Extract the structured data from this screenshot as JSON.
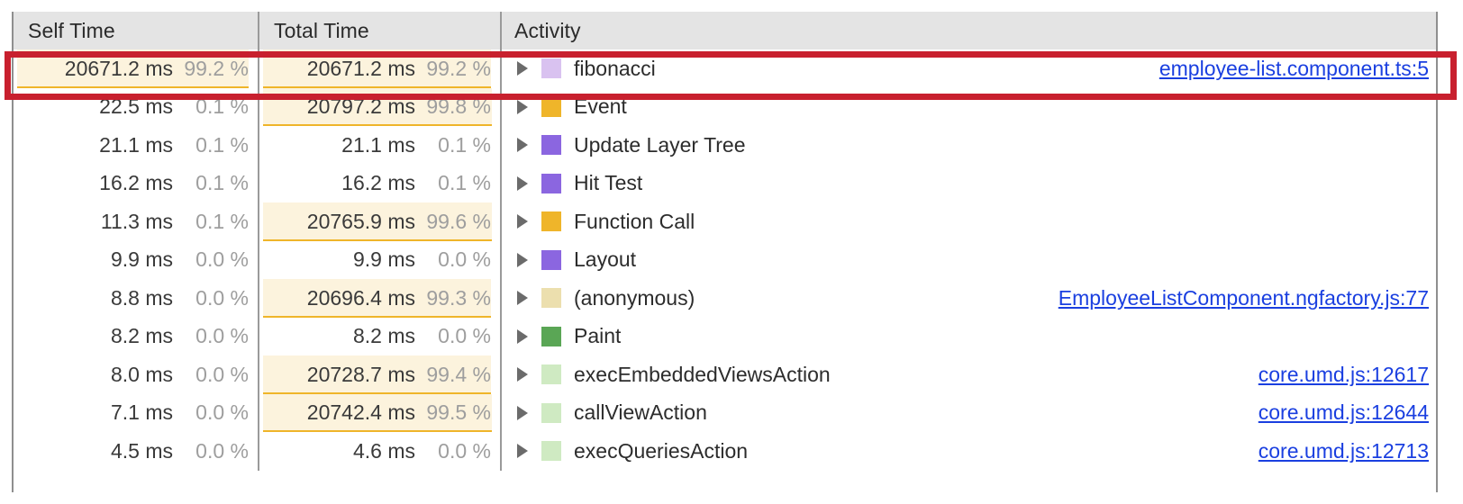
{
  "panel": {
    "name": "bottom-up-call-tree",
    "columns": [
      "Self Time",
      "Total Time",
      "Activity"
    ],
    "link_color": "#1a3fe0",
    "highlight_bg": "#fcf3dd",
    "highlight_border": "#efb52a",
    "annotation_color": "#c8202e"
  },
  "header": {
    "self_time": "Self Time",
    "total_time": "Total Time",
    "activity": "Activity"
  },
  "rows": [
    {
      "self_ms": "20671.2 ms",
      "self_pct": "99.2 %",
      "self_bar_pct": 99.2,
      "self_highlighted": true,
      "total_ms": "20671.2 ms",
      "total_pct": "99.2 %",
      "total_bar_pct": 99.2,
      "total_highlighted": true,
      "activity": "fibonacci",
      "swatch": "#d9c2f0",
      "swatch_name": "scripting-lavender-swatch",
      "source": "employee-list.component.ts:5",
      "selected": true
    },
    {
      "self_ms": "22.5 ms",
      "self_pct": "0.1 %",
      "self_bar_pct": 0.1,
      "self_highlighted": false,
      "total_ms": "20797.2 ms",
      "total_pct": "99.8 %",
      "total_bar_pct": 99.8,
      "total_highlighted": true,
      "activity": "Event",
      "swatch": "#efb52a",
      "swatch_name": "event-amber-swatch",
      "source": "",
      "selected": false
    },
    {
      "self_ms": "21.1 ms",
      "self_pct": "0.1 %",
      "self_bar_pct": 0.1,
      "self_highlighted": false,
      "total_ms": "21.1 ms",
      "total_pct": "0.1 %",
      "total_bar_pct": 0.1,
      "total_highlighted": false,
      "activity": "Update Layer Tree",
      "swatch": "#8b66e0",
      "swatch_name": "rendering-purple-swatch",
      "source": "",
      "selected": false
    },
    {
      "self_ms": "16.2 ms",
      "self_pct": "0.1 %",
      "self_bar_pct": 0.1,
      "self_highlighted": false,
      "total_ms": "16.2 ms",
      "total_pct": "0.1 %",
      "total_bar_pct": 0.1,
      "total_highlighted": false,
      "activity": "Hit Test",
      "swatch": "#8b66e0",
      "swatch_name": "rendering-purple-swatch",
      "source": "",
      "selected": false
    },
    {
      "self_ms": "11.3 ms",
      "self_pct": "0.1 %",
      "self_bar_pct": 0.1,
      "self_highlighted": false,
      "total_ms": "20765.9 ms",
      "total_pct": "99.6 %",
      "total_bar_pct": 99.6,
      "total_highlighted": true,
      "activity": "Function Call",
      "swatch": "#efb52a",
      "swatch_name": "scripting-amber-swatch",
      "source": "",
      "selected": false
    },
    {
      "self_ms": "9.9 ms",
      "self_pct": "0.0 %",
      "self_bar_pct": 0.0,
      "self_highlighted": false,
      "total_ms": "9.9 ms",
      "total_pct": "0.0 %",
      "total_bar_pct": 0.0,
      "total_highlighted": false,
      "activity": "Layout",
      "swatch": "#8b66e0",
      "swatch_name": "rendering-purple-swatch",
      "source": "",
      "selected": false
    },
    {
      "self_ms": "8.8 ms",
      "self_pct": "0.0 %",
      "self_bar_pct": 0.0,
      "self_highlighted": false,
      "total_ms": "20696.4 ms",
      "total_pct": "99.3 %",
      "total_bar_pct": 99.3,
      "total_highlighted": true,
      "activity": "(anonymous)",
      "swatch": "#ecdfae",
      "swatch_name": "anonymous-tan-swatch",
      "source": "EmployeeListComponent.ngfactory.js:77",
      "selected": false
    },
    {
      "self_ms": "8.2 ms",
      "self_pct": "0.0 %",
      "self_bar_pct": 0.0,
      "self_highlighted": false,
      "total_ms": "8.2 ms",
      "total_pct": "0.0 %",
      "total_bar_pct": 0.0,
      "total_highlighted": false,
      "activity": "Paint",
      "swatch": "#5aa655",
      "swatch_name": "painting-green-swatch",
      "source": "",
      "selected": false
    },
    {
      "self_ms": "8.0 ms",
      "self_pct": "0.0 %",
      "self_bar_pct": 0.0,
      "self_highlighted": false,
      "total_ms": "20728.7 ms",
      "total_pct": "99.4 %",
      "total_bar_pct": 99.4,
      "total_highlighted": true,
      "activity": "execEmbeddedViewsAction",
      "swatch": "#cfeac2",
      "swatch_name": "angular-pale-green-swatch",
      "source": "core.umd.js:12617",
      "selected": false
    },
    {
      "self_ms": "7.1 ms",
      "self_pct": "0.0 %",
      "self_bar_pct": 0.0,
      "self_highlighted": false,
      "total_ms": "20742.4 ms",
      "total_pct": "99.5 %",
      "total_bar_pct": 99.5,
      "total_highlighted": true,
      "activity": "callViewAction",
      "swatch": "#cfeac2",
      "swatch_name": "angular-pale-green-swatch",
      "source": "core.umd.js:12644",
      "selected": false
    },
    {
      "self_ms": "4.5 ms",
      "self_pct": "0.0 %",
      "self_bar_pct": 0.0,
      "self_highlighted": false,
      "total_ms": "4.6 ms",
      "total_pct": "0.0 %",
      "total_bar_pct": 0.0,
      "total_highlighted": false,
      "activity": "execQueriesAction",
      "swatch": "#cfeac2",
      "swatch_name": "angular-pale-green-swatch",
      "source": "core.umd.js:12713",
      "selected": false
    }
  ]
}
